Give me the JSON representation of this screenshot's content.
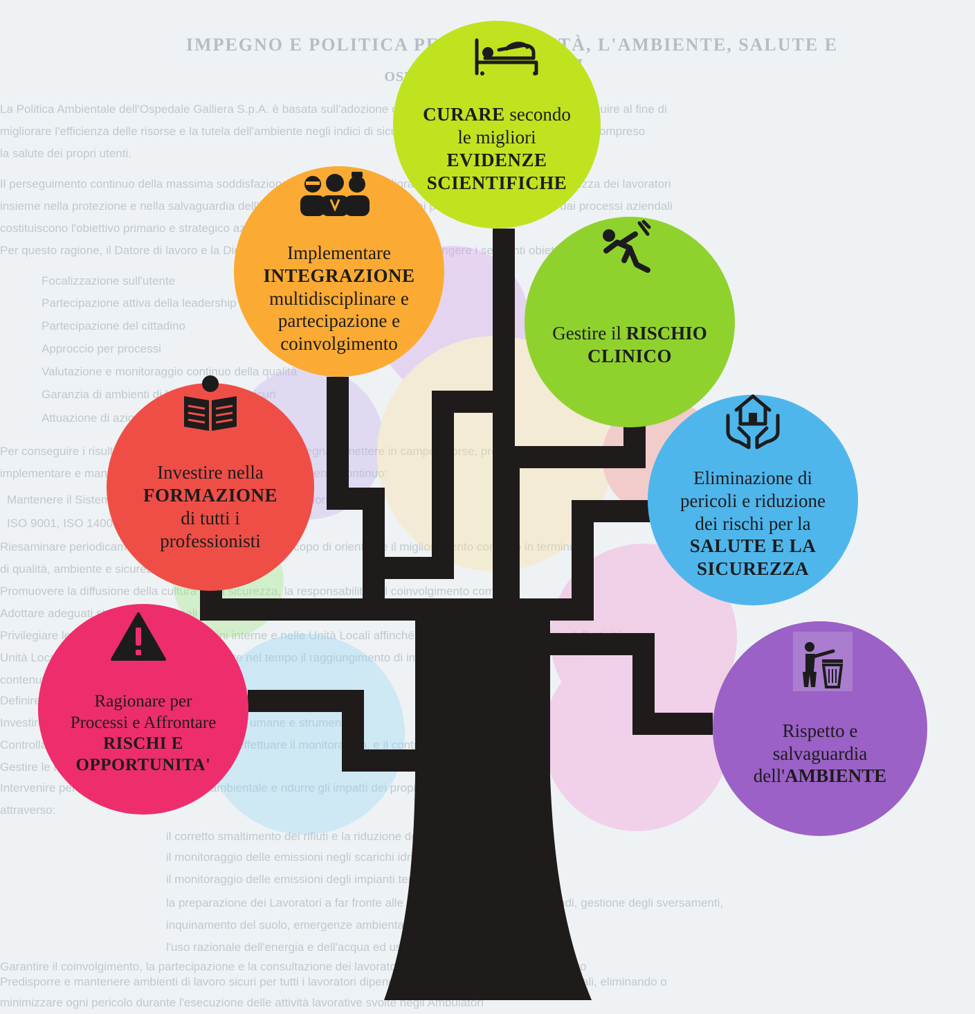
{
  "background_doc": {
    "title": "IMPEGNO E POLITICA PER LA QUALITÀ, L'AMBIENTE, SALUTE E SICUREZZA DI",
    "subtitle": "OSPEDALE GALLIERA S.P.A.",
    "lines": [
      "La Politica Ambientale dell'Ospedale Galliera S.p.A. è basata sull'adozione di principi e obiettivi strategici da perseguire al fine di",
      "migliorare l'efficienza delle risorse e la tutela dell'ambiente negli indici di sicurezza e di salute dei propri lavoratori, compreso",
      "la salute dei propri utenti.",
      "Il perseguimento continuo della massima soddisfazione dei clienti e del miglioramento della salute e della sicurezza dei lavoratori",
      "insieme nella protezione e nella salvaguardia dell'ambiente e degli ecosistemi, dai possibili impatti derivanti dai processi aziendali",
      "costituiscono l'obiettivo primario e strategico aziendale.",
      "Per questo ragione, il Datore di lavoro e la Direzione aziendale s'impegnano a raggiungere i seguenti obiettivi generali fondanti:",
      "Focalizzazione sull'utente",
      "Partecipazione attiva della leadership",
      "Partecipazione del cittadino",
      "Approccio per processi",
      "Valutazione e monitoraggio continuo della qualità",
      "Garanzia di ambienti di lavoro salubri e sicuri",
      "Attuazione di azioni preventive per la sicurezza",
      "Per conseguire i risultati previsti, l'Ospedale Galliera si impegna a mettere in campo risorse, promuovere,",
      "implementare e mantenere i processi necessari al miglioramento continuo:",
      "Mantenere il Sistema di Gestione Integrato in linea con le norme",
      "ISO 9001, ISO 14001 e ISO 45001",
      "Riesaminare periodicamente gli Obiettivi Strategici allo scopo di orientarne il miglioramento continuo in termini",
      "di qualità, ambiente e sicurezza sul lavoro",
      "Promuovere la diffusione della cultura della sicurezza, la responsabilità e il coinvolgimento comune",
      "Adottare adeguati strumenti gestionali e tecnici per un ambiente di lavoro sano e sicuro",
      "Privilegiare le azioni preventive e le indagini interne e nelle Unità Locali affinché la salute sia parte integrante dell'attività",
      "Unità Locali nel contesto, in modo da garantire nel tempo il raggiungimento di inquinamento controllato",
      "contenuto",
      "Definire per ogni attività le procedure, i compiti e i rischi connessi",
      "Investire nella formazione del personale risorse umane e strumenti",
      "Controllare in modo continuo la normativa ed effettuare il monitoraggio, e il controllo",
      "Gestire le risorse in modo efficiente",
      "Intervenire per prevenire l'inquinamento ambientale e ridurre gli impatti dei propri processi",
      "attraverso:",
      "il corretto smaltimento dei rifiuti e la riduzione dei rifiuti",
      "il monitoraggio delle emissioni negli scarichi idrici",
      "il monitoraggio delle emissioni degli impianti termici",
      "la preparazione dei Lavoratori a far fronte alle emergenze (ad esempio incendi, gestione degli sversamenti,",
      "inquinamento del suolo, emergenze ambientali)",
      "l'uso razionale dell'energia e dell'acqua ed uso di sostanze non antincendio",
      "Garantire il coinvolgimento, la partecipazione e la consultazione dei lavoratori per la salute e sicurezza sul lavoro",
      "Predisporre e mantenere ambienti di lavoro sicuri per tutti i lavoratori dipendenti a qualsiasi titolo nelle Unità Locali, eliminando o",
      "minimizzare ogni pericolo durante l'esecuzione delle attività lavorative svolte negli Ambulatori"
    ]
  },
  "colors": {
    "trunk": "#1f1b1b",
    "green": "#bfe31f",
    "orange": "#fbab33",
    "lime": "#8fd22e",
    "red": "#ef4e47",
    "blue": "#4fb6ec",
    "pink": "#ee2e6c",
    "purple": "#9b61c6"
  },
  "nodes": [
    {
      "id": "curare",
      "icon": "hospital-bed-icon",
      "lines": [
        {
          "t": "CURARE",
          "bold": true,
          "tail": " secondo"
        },
        {
          "t": "le migliori"
        },
        {
          "t": "EVIDENZE",
          "bold": true
        },
        {
          "t": "SCIENTIFICHE",
          "bold": true
        }
      ]
    },
    {
      "id": "integrazione",
      "icon": "medical-staff-icon",
      "lines": [
        {
          "t": "Implementare"
        },
        {
          "t": "INTEGRAZIONE",
          "bold": true
        },
        {
          "t": "multidisciplinare e"
        },
        {
          "t": "partecipazione e"
        },
        {
          "t": "coinvolgimento"
        }
      ]
    },
    {
      "id": "rischio",
      "icon": "falling-person-icon",
      "lines": [
        {
          "t": "Gestire il ",
          "tail_bold": "RISCHIO"
        },
        {
          "t": "CLINICO",
          "bold": true
        }
      ]
    },
    {
      "id": "formazione",
      "icon": "reading-person-icon",
      "lines": [
        {
          "t": "Investire nella"
        },
        {
          "t": "FORMAZIONE",
          "bold": true
        },
        {
          "t": "di tutti i"
        },
        {
          "t": "professionisti"
        }
      ]
    },
    {
      "id": "sicurezza",
      "icon": "hands-house-icon",
      "lines": [
        {
          "t": "Eliminazione di"
        },
        {
          "t": "pericoli e riduzione"
        },
        {
          "t": "dei rischi per la"
        },
        {
          "t": "SALUTE E LA",
          "bold": true
        },
        {
          "t": "SICUREZZA",
          "bold": true
        }
      ]
    },
    {
      "id": "processi",
      "icon": "warning-triangle-icon",
      "lines": [
        {
          "t": "Ragionare per"
        },
        {
          "t": "Processi e Affrontare"
        },
        {
          "t": "RISCHI E",
          "bold": true
        },
        {
          "t": "OPPORTUNITA'",
          "bold": true
        }
      ]
    },
    {
      "id": "ambiente",
      "icon": "trash-bin-icon",
      "lines": [
        {
          "t": "Rispetto e"
        },
        {
          "t": "salvaguardia"
        },
        {
          "t": "dell'",
          "tail_bold": "AMBIENTE"
        }
      ]
    }
  ]
}
